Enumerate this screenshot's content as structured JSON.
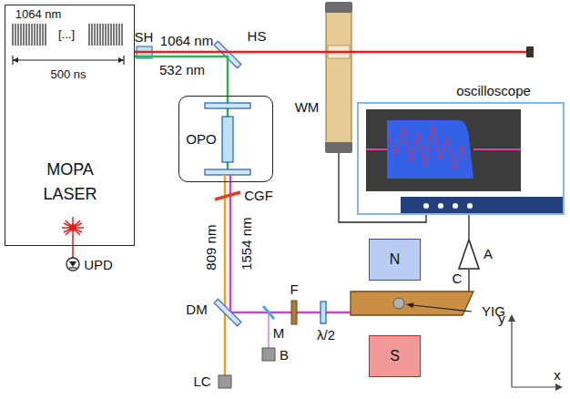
{
  "diagram": {
    "nodes": [
      {
        "text": [
          "1064 nm",
          "[...]",
          "500 ns",
          "MOPA LASER"
        ]
      },
      {
        "text": [
          "OPO"
        ]
      },
      {
        "text": [
          "WM"
        ]
      },
      {
        "text": [
          "oscilloscope"
        ]
      },
      {
        "text": [
          "N"
        ]
      },
      {
        "text": [
          "S"
        ]
      },
      {
        "text": [
          "A"
        ]
      },
      {
        "text": [
          "C"
        ]
      }
    ],
    "edges": [
      {
        "from": 0,
        "to": 1,
        "arrow": "none"
      },
      {
        "from": 2,
        "to": 3,
        "arrow": "none"
      },
      {
        "from": 6,
        "to": 3,
        "arrow": "none"
      },
      {
        "from": 7,
        "to": 6,
        "arrow": "none"
      }
    ],
    "labels": [
      "UPD",
      "SH",
      "1064 nm",
      "532 nm",
      "HS",
      "CGF",
      "809 nm",
      "1554 nm",
      "DM",
      "M",
      "F",
      "λ/2",
      "B",
      "LC",
      "YIG",
      "y",
      "x"
    ]
  }
}
